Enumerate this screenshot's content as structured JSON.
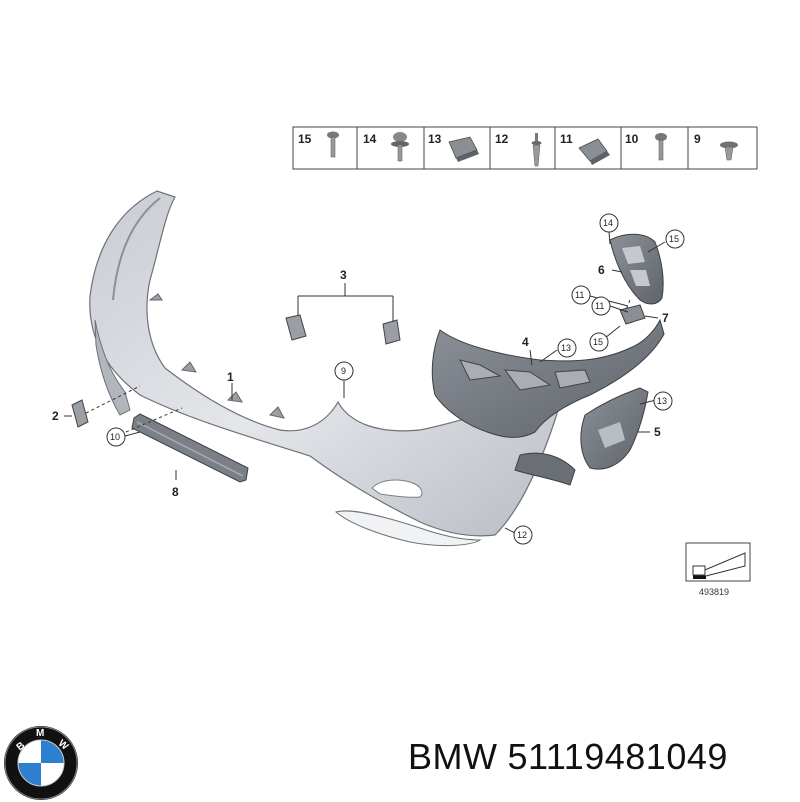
{
  "parts_strip": [
    {
      "num": "15",
      "icon": "bolt-icon"
    },
    {
      "num": "14",
      "icon": "flange-screw-icon"
    },
    {
      "num": "13",
      "icon": "clip-nut-icon"
    },
    {
      "num": "12",
      "icon": "expanding-rivet-icon"
    },
    {
      "num": "11",
      "icon": "clip-nut-icon"
    },
    {
      "num": "10",
      "icon": "bolt-icon"
    },
    {
      "num": "9",
      "icon": "push-clip-icon"
    }
  ],
  "callouts": {
    "c1": "1",
    "c2": "2",
    "c3": "3",
    "c4": "4",
    "c5": "5",
    "c6": "6",
    "c7": "7",
    "c8": "8",
    "c9": "9",
    "c10": "10",
    "c11a": "11",
    "c11b": "11",
    "c12": "12",
    "c13a": "13",
    "c13b": "13",
    "c14": "14",
    "c15a": "15",
    "c15b": "15"
  },
  "ref_number": "493819",
  "footer": {
    "brand": "BMW",
    "part_number": "51119481049"
  },
  "logo": {
    "letters": "BMW",
    "colors": {
      "blue": "#2d7fd0",
      "white": "#ffffff",
      "ring": "#111111"
    }
  }
}
